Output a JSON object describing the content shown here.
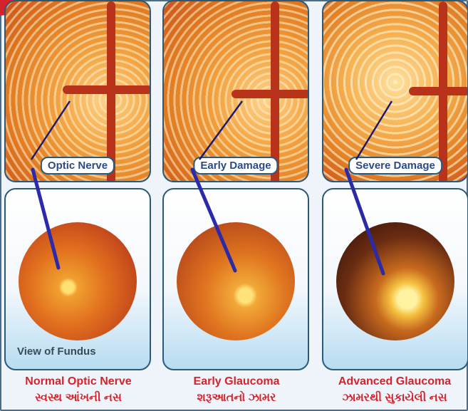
{
  "panels": [
    {
      "top_label": "Optic Nerve",
      "fundus_caption": "View of Fundus",
      "caption_en": "Normal Optic Nerve",
      "caption_gu": "સ્વસ્થ આંખની નસ"
    },
    {
      "top_label": "Early Damage",
      "fundus_caption": "",
      "caption_en": "Early Glaucoma",
      "caption_gu": "શરૂઆતનો ઝામર"
    },
    {
      "top_label": "Severe Damage",
      "fundus_caption": "",
      "caption_en": "Advanced Glaucoma",
      "caption_gu": "ઝામરથી સુકાયેલી નસ"
    }
  ],
  "colors": {
    "label_text": "#2b4a88",
    "caption_text": "#d4232a",
    "pointer_line": "#2b2aa8",
    "panel_border": "#2a5a78"
  }
}
